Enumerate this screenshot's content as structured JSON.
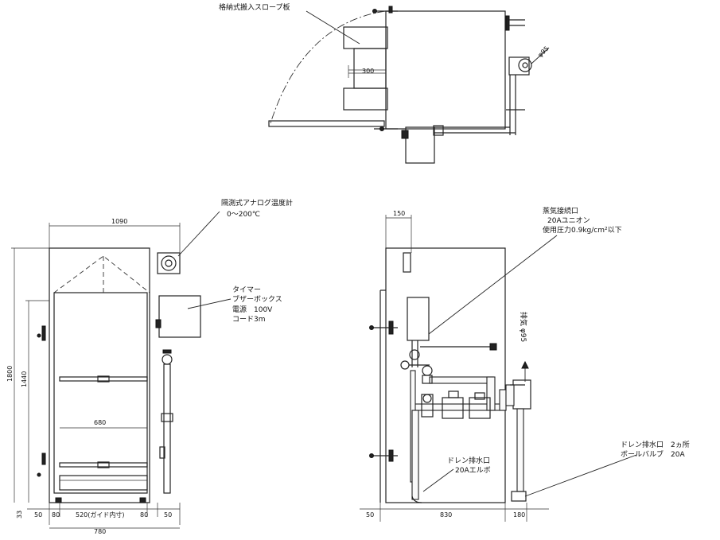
{
  "top_view": {
    "slope_plate_label": "格納式搬入スロープ板",
    "dim_300": "300",
    "diam_95": "φ95"
  },
  "front_view": {
    "thermometer_label_1": "隔測式アナログ温度計",
    "thermometer_label_2": "0～200℃",
    "timer_label_1": "タイマー",
    "timer_label_2": "ブザーボックス",
    "timer_label_3": "電源　100V",
    "timer_label_4": "コード3m",
    "dim_width_total": "1090",
    "dim_height_total": "1800",
    "dim_height_inner": "1440",
    "dim_inner_width": "680",
    "dim_bottom": [
      "50",
      "80",
      "520(ガイド内寸)",
      "80",
      "50"
    ],
    "dim_overall_bottom": "780",
    "dim_33": "33"
  },
  "side_view": {
    "steam_label_1": "蒸気接続口",
    "steam_label_2": "20Aユニオン",
    "steam_label_3": "使用圧力0.9kg/cm²以下",
    "exhaust_label": "排気 φ95",
    "drain_label_1": "ドレン排水口",
    "drain_label_2": "20Aエルボ",
    "drain_right_1": "ドレン排水口　2ヵ所",
    "drain_right_2": "ボールバルブ　20A",
    "dim_150": "150",
    "dim_bottom": [
      "50",
      "830",
      "180"
    ]
  }
}
